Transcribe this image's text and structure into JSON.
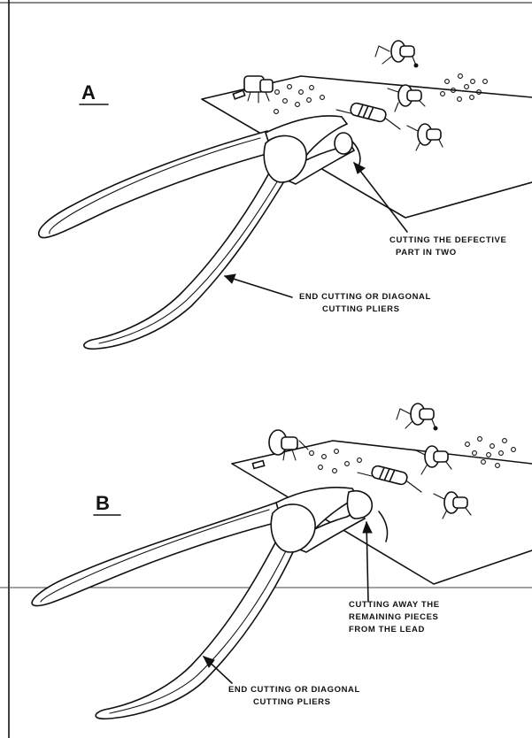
{
  "panels": [
    {
      "label": "A",
      "callout_action": [
        "CUTTING THE DEFECTIVE",
        "PART IN TWO"
      ],
      "callout_tool": [
        "END CUTTING OR DIAGONAL",
        "CUTTING PLIERS"
      ]
    },
    {
      "label": "B",
      "callout_action": [
        "CUTTING AWAY THE",
        "REMAINING PIECES",
        "FROM THE LEAD"
      ],
      "callout_tool": [
        "END CUTTING OR DIAGONAL",
        "CUTTING PLIERS"
      ]
    }
  ],
  "colors": {
    "ink": "#111111",
    "paper": "#ffffff"
  }
}
